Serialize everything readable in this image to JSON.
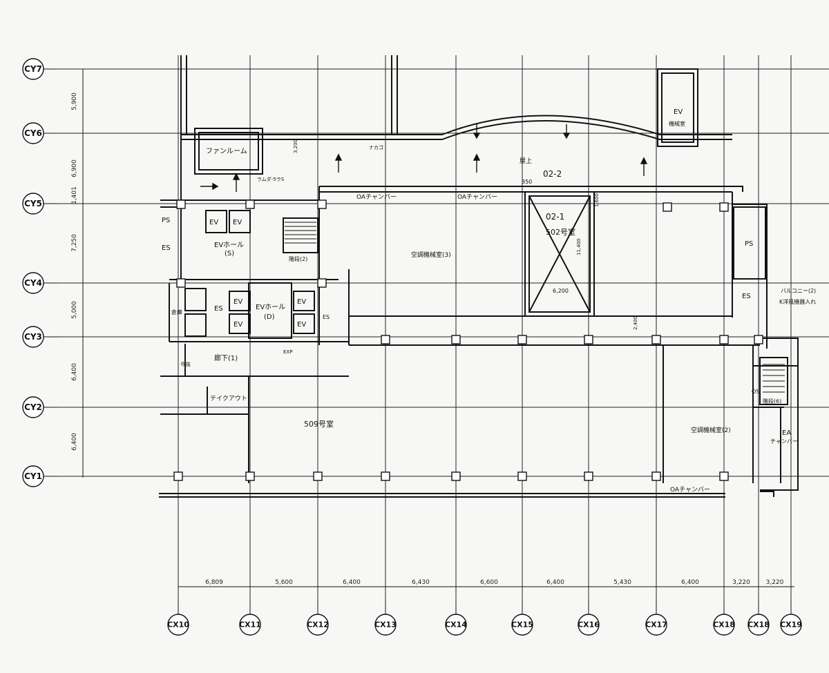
{
  "grid": {
    "y_axes": [
      "CY7",
      "CY6",
      "CY5",
      "CY4",
      "CY3",
      "CY2",
      "CY1"
    ],
    "x_axes": [
      "CX10",
      "CX11",
      "CX12",
      "CX13",
      "CX14",
      "CX15",
      "CX16",
      "CX17",
      "CX18",
      "CX18",
      "CX19"
    ],
    "y_dimensions": [
      "5,900",
      "6,900",
      "1,401",
      "7,250",
      "5,000",
      "6,400",
      "6,400"
    ],
    "x_dimensions": [
      "6,809",
      "5,600",
      "6,400",
      "6,430",
      "6,600",
      "6,400",
      "5,430",
      "6,400",
      "3,220",
      "3,220"
    ]
  },
  "rooms": {
    "fan_room": "ファンルーム",
    "ev_machine_top": "EV",
    "ev_machine_top_sub": "機械室",
    "ps_left": "PS",
    "es_left": "ES",
    "ev1": "EV",
    "ev2": "EV",
    "ev_hall_s": "EVホール",
    "ev_hall_s_sub": "(S)",
    "stair_2": "階段(2)",
    "hall_d": "EVホール",
    "hall_d_sub": "(D)",
    "ev3": "EV",
    "ev4": "EV",
    "ev5": "EV",
    "ev6": "EV",
    "es_mid": "ES",
    "es_small": "ES",
    "storage": "倉庫",
    "corridor_1": "廊下(1)",
    "takeout": "テイクアウト",
    "room_509": "509号室",
    "aircon_3": "空調機械室(3)",
    "room_02_2": "02-2",
    "room_02_1": "02-1",
    "room_502": "502号室",
    "ps_right": "PS",
    "es_right": "ES",
    "aircon_2": "空調機械室(2)",
    "os": "OS",
    "stair_6": "階段(6)",
    "ea": "EA",
    "ea_sub": "チャンバー",
    "balcony": "バルコニー(2)",
    "balcony_sub": "K洋風機器入れ",
    "oa_chamber_1": "OAチャンバー",
    "oa_chamber_2": "OAチャンバー",
    "oa_chamber_3": "OAチャンバー",
    "roof_label": "屋上",
    "exp_label": "EXP",
    "small_label": "吹抜",
    "top_label": "ナカゴ",
    "rts_label": "ラムダ-5ラS",
    "dim_3200": "3,200",
    "dim_350": "350",
    "dim_1600": "1,600",
    "dim_11400": "11,400",
    "dim_6200": "6,200",
    "dim_2400": "2,400"
  }
}
